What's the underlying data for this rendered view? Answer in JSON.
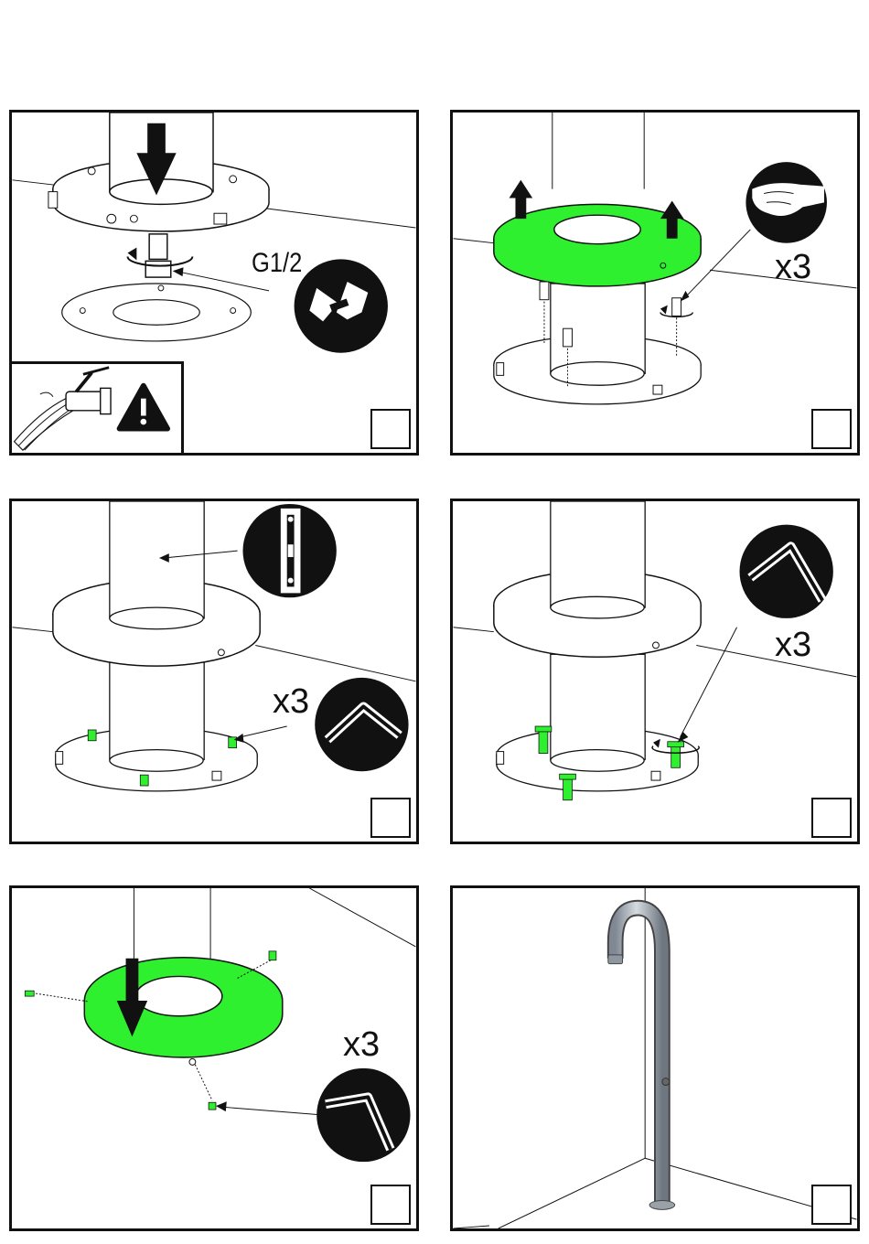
{
  "colors": {
    "accent_green": "#2ef02e",
    "line": "#111111"
  },
  "steps": [
    {
      "id": 1,
      "labels": [
        "G1/2"
      ],
      "icons": [
        "arrow-down-icon",
        "wrench-icon",
        "warning-icon",
        "water-valve-icon"
      ]
    },
    {
      "id": 2,
      "labels": [
        "x3"
      ],
      "icons": [
        "arrow-up-icon",
        "hand-icon",
        "rotate-icon"
      ]
    },
    {
      "id": 3,
      "labels": [
        "x3"
      ],
      "icons": [
        "spirit-level-icon",
        "allen-key-icon"
      ]
    },
    {
      "id": 4,
      "labels": [
        "x3"
      ],
      "icons": [
        "allen-key-icon",
        "rotate-icon"
      ]
    },
    {
      "id": 5,
      "labels": [
        "x3"
      ],
      "icons": [
        "arrow-down-icon",
        "allen-key-icon"
      ]
    },
    {
      "id": 6,
      "labels": [],
      "icons": [
        "shower-column-icon"
      ]
    }
  ]
}
